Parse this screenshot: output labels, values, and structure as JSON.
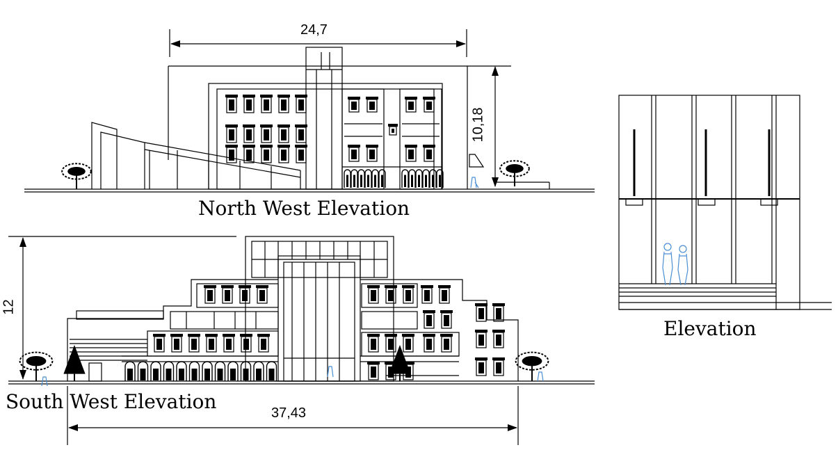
{
  "drawing": {
    "north_west": {
      "title": "North West Elevation",
      "width_dim": "24,7",
      "height_dim": "10,18"
    },
    "south_west": {
      "title": "South West Elevation",
      "width_dim": "37,43",
      "height_dim": "12"
    },
    "side": {
      "title": "Elevation"
    },
    "colors": {
      "line": "#000000",
      "figure": "#4a8fd4",
      "background": "#ffffff"
    }
  }
}
